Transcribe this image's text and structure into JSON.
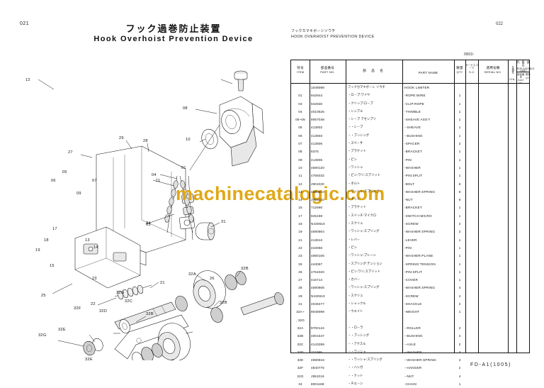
{
  "page": {
    "number_left": "021",
    "number_right": "022",
    "footer_code": "FD-A1(1005)"
  },
  "title": {
    "jp": "フック過巻防止装置",
    "en": "Hook Overhoist Prevention Device"
  },
  "right_header": {
    "jp": "フックカマキボ－シソウチ",
    "en": "HOOK OVERHOIST PREVENTION DEVICE",
    "serial_note": "0803-"
  },
  "watermark": "machinecatalogic.com",
  "table": {
    "columns": [
      {
        "jp": "符号",
        "en": "ITEM"
      },
      {
        "jp": "部品番号",
        "en": "PART NO."
      },
      {
        "jp": "部 品 名",
        "en": ""
      },
      {
        "jp": "",
        "en": "PART NAME"
      },
      {
        "jp": "数量",
        "en": "QTY"
      },
      {
        "jp": "サービスコード",
        "en": "S-C"
      },
      {
        "jp": "適用号機",
        "en": "SERIAL NO."
      },
      {
        "jp": "互換性",
        "en": "ICA"
      },
      {
        "jp": "代 替 部 品",
        "en": "REPLACEABLE PART"
      }
    ],
    "sub_columns": [
      {
        "jp": "部品番号",
        "en": "PART NO."
      },
      {
        "jp": "数量",
        "en": "QTY"
      }
    ],
    "rows": [
      {
        "item": "",
        "part_no": "1049098",
        "jp": "フックカマキボ－シ ソウチ",
        "name": "HOOK LIMITER",
        "qty": ""
      },
      {
        "item": "01",
        "part_no": "942844",
        "jp": "・ロ－プ:ワイヤ",
        "name": "-ROPE:WIRE",
        "qty": "1"
      },
      {
        "item": "03",
        "part_no": "942830",
        "jp": "・クリップ:ロ－プ",
        "name": "-CLIP:ROPE",
        "qty": "1"
      },
      {
        "item": "04",
        "part_no": "4010525",
        "jp": "・シンブル",
        "name": "-THIMBLE",
        "qty": "1"
      },
      {
        "item": "05~06",
        "part_no": "9057048",
        "jp": "・シ－ブ アセンブリ",
        "name": "-SHEAVE ASS'Y",
        "qty": "1"
      },
      {
        "item": "05",
        "part_no": "413802",
        "jp": "・・シ－ブ",
        "name": "--SHEAVE",
        "qty": "1"
      },
      {
        "item": "06",
        "part_no": "413803",
        "jp": "・・ブッシング",
        "name": "--BUSHING",
        "qty": "1"
      },
      {
        "item": "07",
        "part_no": "413806",
        "jp": "・スペ－サ",
        "name": "-SPACER",
        "qty": "2"
      },
      {
        "item": "08",
        "part_no": "8375",
        "jp": "・ブラケット",
        "name": "-BRACKET",
        "qty": "1"
      },
      {
        "item": "09",
        "part_no": "413805",
        "jp": "・ピン",
        "name": "-PIN",
        "qty": "1"
      },
      {
        "item": "10",
        "part_no": "4590120",
        "jp": "・ワッシャ",
        "name": "-WASHER",
        "qty": "1"
      },
      {
        "item": "11",
        "part_no": "4766032",
        "jp": "・ピン:ワリ:スプリット",
        "name": "-PIN:SPLIT",
        "qty": "1"
      },
      {
        "item": "12",
        "part_no": "J901030",
        "jp": "・ボルト",
        "name": "-BOLT",
        "qty": "6"
      },
      {
        "item": "13",
        "part_no": "4590910",
        "jp": "・ワッシャ:スプリング",
        "name": "-WASHER:SPRING",
        "qty": "6"
      },
      {
        "item": "14",
        "part_no": "J950010",
        "jp": "・ナット",
        "name": "-NUT",
        "qty": "6"
      },
      {
        "item": "15",
        "part_no": "712690",
        "jp": "・ブラケット",
        "name": "-BRACKET",
        "qty": "1"
      },
      {
        "item": "17",
        "part_no": "945189",
        "jp": "・スイッチ:マイクロ",
        "name": "-SWITCH:MICRO",
        "qty": "1"
      },
      {
        "item": "18",
        "part_no": "N430610",
        "jp": "・スクリュ",
        "name": "-SCREW",
        "qty": "2"
      },
      {
        "item": "19",
        "part_no": "4690904",
        "jp": "・ワッシャ:スプリング",
        "name": "-WASHER:SPRING",
        "qty": "2"
      },
      {
        "item": "21",
        "part_no": "413813",
        "jp": "・レバ－",
        "name": "-LEVER",
        "qty": "1"
      },
      {
        "item": "22",
        "part_no": "443066",
        "jp": "・ピン",
        "name": "-PIN",
        "qty": "1"
      },
      {
        "item": "23",
        "part_no": "4590106",
        "jp": "・ワッシャ:プレーン",
        "name": "-WASHER:PLANE",
        "qty": "1"
      },
      {
        "item": "25",
        "part_no": "443067",
        "jp": "・スプリング:テンション",
        "name": "-SPRING:TENSION",
        "qty": "1"
      },
      {
        "item": "26",
        "part_no": "4764020",
        "jp": "・ピン:ワリ:スプリット",
        "name": "-PIN:SPLIT",
        "qty": "1"
      },
      {
        "item": "27",
        "part_no": "415714",
        "jp": "・カバ－",
        "name": "-COVER",
        "qty": "1"
      },
      {
        "item": "28",
        "part_no": "4590906",
        "jp": "・ワッシャ:スプリング",
        "name": "-WASHER:SPRING",
        "qty": "4"
      },
      {
        "item": "29",
        "part_no": "N430610",
        "jp": "・スクリュ",
        "name": "-SCREW",
        "qty": "4"
      },
      {
        "item": "31",
        "part_no": "4048477",
        "jp": "・シャックル",
        "name": "-SHACKLE",
        "qty": "2"
      },
      {
        "item": "32A~",
        "part_no": "9049099",
        "jp": "・ウエイト",
        "name": "-WEIGHT",
        "qty": "1"
      },
      {
        "item": ", 32G",
        "part_no": "",
        "jp": "",
        "name": "",
        "qty": ""
      },
      {
        "item": "32A",
        "part_no": "9700144",
        "jp": "・・ロ－ラ",
        "name": "--ROLLER",
        "qty": "2"
      },
      {
        "item": "32B",
        "part_no": "4001547",
        "jp": "・・ブッシング",
        "name": "--BUSHING",
        "qty": "4"
      },
      {
        "item": "32C",
        "part_no": "4143359",
        "jp": "・・アクスル",
        "name": "--AXLE",
        "qty": "2"
      },
      {
        "item": "32D",
        "part_no": "J21085",
        "jp": "・・ワッシャ",
        "name": "--WASHER",
        "qty": "4"
      },
      {
        "item": "32E",
        "part_no": "4590916",
        "jp": "・・ワッシャ:スプリング",
        "name": "--WASHER:SPRING",
        "qty": "4"
      },
      {
        "item": "32F",
        "part_no": "4840775",
        "jp": "・・ハンガ",
        "name": "--HANGER",
        "qty": "2"
      },
      {
        "item": "32G",
        "part_no": "J951016",
        "jp": "・・ナット",
        "name": "--NUT",
        "qty": "4"
      },
      {
        "item": "34",
        "part_no": "8001188",
        "jp": "・チエ－ン",
        "name": "-CHAIN",
        "qty": "1"
      }
    ]
  },
  "drawing": {
    "callouts": [
      "12",
      "08",
      "10",
      "27",
      "29",
      "28",
      "01",
      "03",
      "25",
      "21",
      "26",
      "22",
      "23",
      "11",
      "04",
      "34",
      "31",
      "15",
      "14",
      "13",
      "17",
      "18",
      "19",
      "07",
      "05",
      "06",
      "09",
      "32A",
      "32B",
      "32C",
      "32D",
      "32E",
      "32F",
      "32G"
    ]
  }
}
